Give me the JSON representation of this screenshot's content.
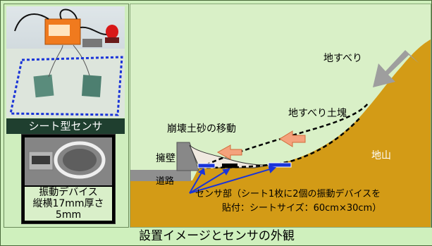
{
  "left": {
    "photo_caption": "シート型センサ",
    "device_caption_line1": "振動デバイス",
    "device_caption_line2": "縦横17mm厚さ5mm"
  },
  "diagram": {
    "landslide": "地すべり",
    "landslide_mass": "地すべり土塊",
    "collapse_movement": "崩壊土砂の移動",
    "retaining_wall": "擁壁",
    "road": "道路",
    "ground": "地山",
    "sensor_line1": "センサ部（シート1枚に2個の振動デバイスを",
    "sensor_line2": "貼付：シートサイズ：60cm×30cm）"
  },
  "caption": "設置イメージとセンサの外観",
  "colors": {
    "background": "#cff0bd",
    "ground": "#d39b16",
    "road": "#8f8f8f",
    "arrow_gray": "#9e9e9e",
    "arrow_orange": "#f4a27c",
    "sensor_blue": "#1a34d8"
  }
}
